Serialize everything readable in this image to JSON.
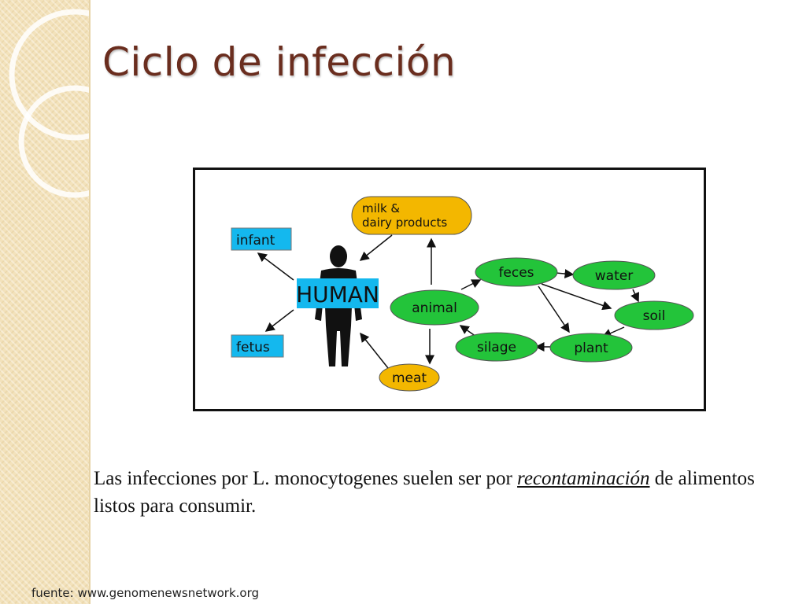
{
  "slide": {
    "title": "Ciclo de infección",
    "description_parts": {
      "before": "Las infecciones por L. monocytogenes suelen ser por ",
      "emphasis": "recontaminación",
      "after": " de alimentos listos para consumir."
    },
    "source": "fuente: www.genomenewsnetwork.org"
  },
  "diagram": {
    "human_label": "HUMAN",
    "boxes": {
      "infant": "infant",
      "fetus": "fetus"
    },
    "nodes": {
      "milk_line1": "milk &",
      "milk_line2": "dairy products",
      "meat": "meat",
      "animal": "animal",
      "feces": "feces",
      "water": "water",
      "soil": "soil",
      "plant": "plant",
      "silage": "silage"
    },
    "colors": {
      "green": "#23c43a",
      "yellow": "#f3b700",
      "blue": "#14b8ee",
      "title": "#6a2d1e",
      "strip": "#f3e2bb"
    }
  }
}
